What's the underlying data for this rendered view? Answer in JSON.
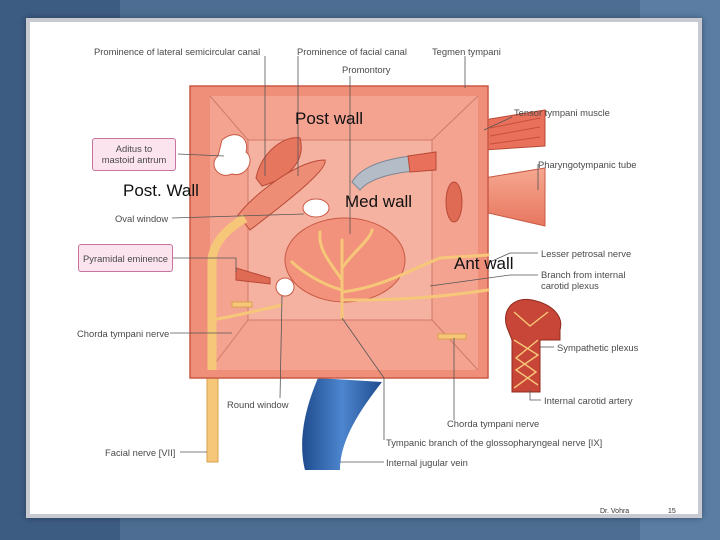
{
  "labels": {
    "prominence_lateral_canal": "Prominence of lateral semicircular canal",
    "prominence_facial_canal": "Prominence of facial canal",
    "tegmen_tympani": "Tegmen tympani",
    "promontory": "Promontory",
    "tensor_tympani_muscle": "Tensor tympani muscle",
    "aditus": [
      "Aditus to",
      "mastoid antrum"
    ],
    "pharyngotympanic_tube": "Pharyngotympanic tube",
    "oval_window": "Oval window",
    "pyramidal_eminence": "Pyramidal eminence",
    "lesser_petrosal_nerve": "Lesser petrosal nerve",
    "branch_internal_carotid": [
      "Branch from internal",
      "carotid plexus"
    ],
    "chorda_tympani_left": "Chorda tympani nerve",
    "sympathetic_plexus": "Sympathetic plexus",
    "round_window": "Round window",
    "internal_carotid_artery": "Internal carotid artery",
    "chorda_tympani_bottom": "Chorda tympani nerve",
    "facial_nerve": "Facial nerve [VII]",
    "tympanic_branch": "Tympanic branch of the glossopharyngeal nerve [IX]",
    "internal_jugular_vein": "Internal jugular vein"
  },
  "walls": {
    "post_wall_top": "Post wall",
    "post_wall_left": "Post. Wall",
    "med_wall": "Med wall",
    "ant_wall": "Ant wall"
  },
  "footer": {
    "author": "Dr. Vohra",
    "page_number": "15"
  },
  "colors": {
    "background": "#4d6d92",
    "tissue": "#ef8f79",
    "tissue_dark": "#d9644d",
    "nerve": "#f7c779",
    "vein": "#2f62ac",
    "highlight_box": "#fce4ef"
  }
}
